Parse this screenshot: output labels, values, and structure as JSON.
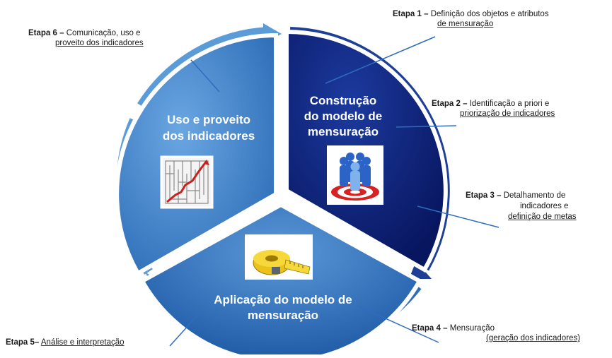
{
  "segments": {
    "construction": {
      "title_lines": [
        "Construção",
        "do modelo de",
        "mensuração"
      ],
      "color": "#0b1f78"
    },
    "usage": {
      "title_lines": [
        "Uso e proveito",
        "dos indicadores"
      ],
      "color": "#3d7ec6"
    },
    "application": {
      "title_lines": [
        "Aplicação do modelo de",
        "mensuração"
      ],
      "color": "#2d6ab8"
    }
  },
  "steps": [
    {
      "prefix": "Etapa 1 –",
      "lines": [
        "Definição dos objetos e atributos",
        "de mensuração"
      ]
    },
    {
      "prefix": "Etapa 2 –",
      "lines": [
        "Identificação a priori e",
        "priorização de indicadores"
      ]
    },
    {
      "prefix": "Etapa 3 –",
      "lines": [
        "Detalhamento de",
        "indicadores e",
        "definição de metas"
      ]
    },
    {
      "prefix": "Etapa 4 –",
      "lines": [
        "Mensuração",
        "(geração dos indicadores)"
      ]
    },
    {
      "prefix": "Etapa 5–",
      "lines": [
        "Análise e interpretação"
      ]
    },
    {
      "prefix": "Etapa 6 –",
      "lines": [
        "Comunicação, uso e",
        "proveito dos indicadores"
      ]
    }
  ],
  "icons": [
    "maze-growth-chart-icon",
    "target-people-icon",
    "measuring-tape-icon"
  ],
  "colors": {
    "arrow_ring": "#5b9bd8",
    "leader_line": "#2e6cbf"
  }
}
